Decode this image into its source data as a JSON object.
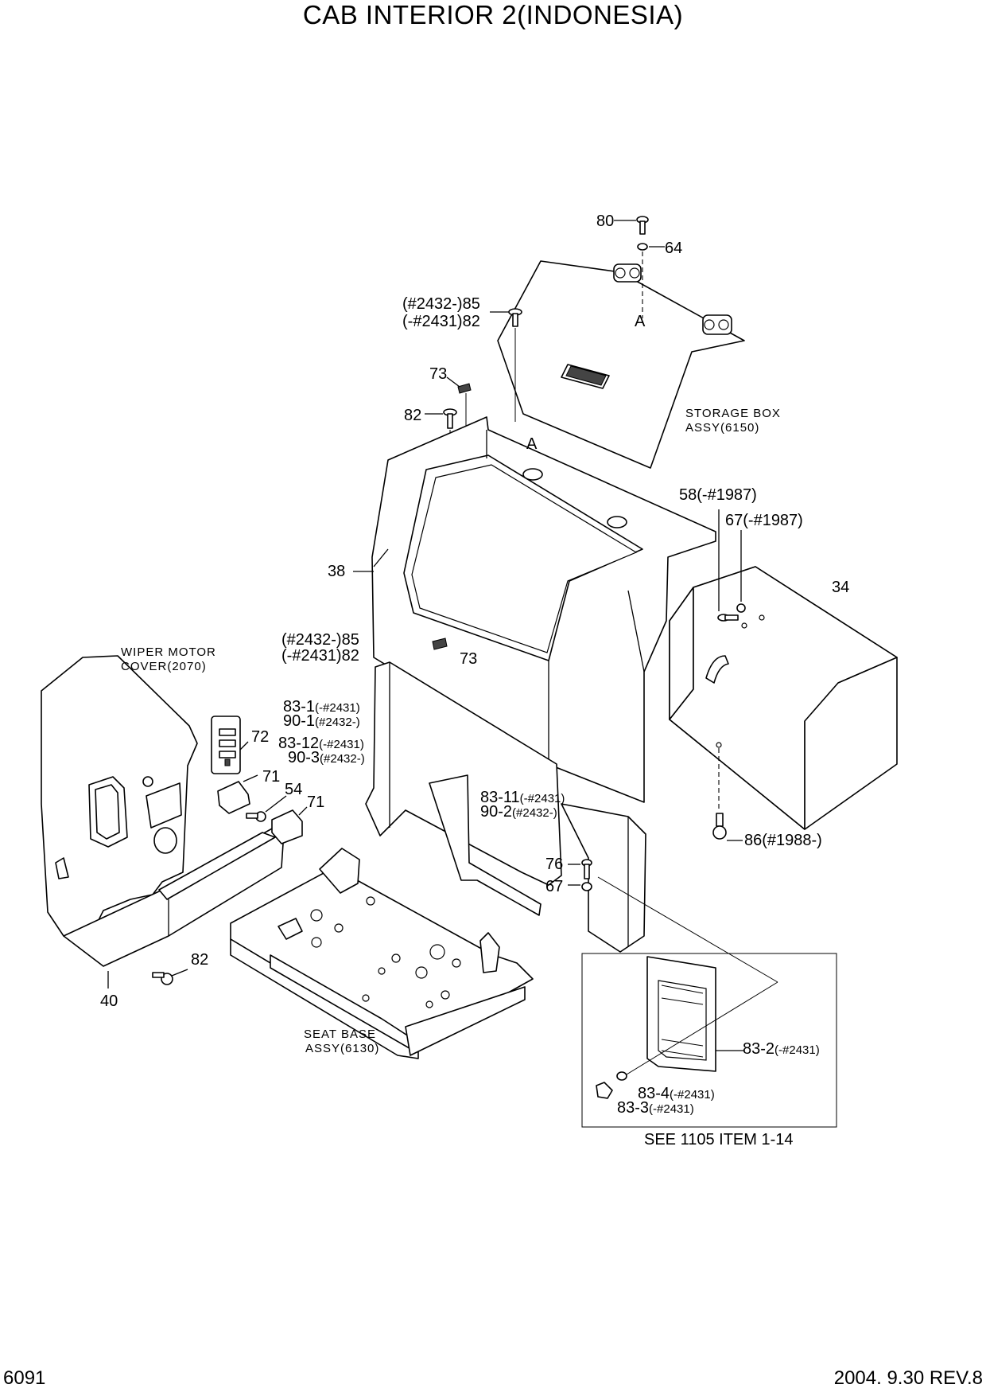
{
  "title": "CAB INTERIOR 2(INDONESIA)",
  "footer": {
    "page_code": "6091",
    "revision": "2004. 9.30  REV.8"
  },
  "notes": {
    "storage_box_line1": "STORAGE BOX",
    "storage_box_line2": "ASSY(6150)",
    "wiper_motor_line1": "WIPER MOTOR",
    "wiper_motor_line2": "COVER(2070)",
    "seat_base_line1": "SEAT BASE",
    "seat_base_line2": "ASSY(6130)",
    "see_reference": "SEE 1105 ITEM 1-14"
  },
  "callouts": {
    "c80": "80",
    "c64": "64",
    "cA_top": "A",
    "cA_mid": "A",
    "c85_top_a": "(#2432-)85",
    "c82_top_b": "(-#2431)82",
    "c73_top": "73",
    "c82_top": "82",
    "c58": "58(-#1987)",
    "c67_top": "67(-#1987)",
    "c34": "34",
    "c38": "38",
    "c85_mid_a": "(#2432-)85",
    "c82_mid_b": "(-#2431)82",
    "c73_mid": "73",
    "c83_1_num": "83-1",
    "c83_1_sfx": "(-#2431)",
    "c90_1_num": "90-1",
    "c90_1_sfx": "(#2432-)",
    "c72": "72",
    "c83_12_num": "83-12",
    "c83_12_sfx": "(-#2431)",
    "c90_3_num": "90-3",
    "c90_3_sfx": "(#2432-)",
    "c71_a": "71",
    "c54": "54",
    "c71_b": "71",
    "c83_11_num": "83-11",
    "c83_11_sfx": "(-#2431)",
    "c90_2_num": "90-2",
    "c90_2_sfx": "(#2432-)",
    "c86": "86(#1988-)",
    "c76": "76",
    "c67_bot": "67",
    "c82_bot": "82",
    "c40": "40",
    "c83_2_num": "83-2",
    "c83_2_sfx": "(-#2431)",
    "c83_4_num": "83-4",
    "c83_4_sfx": "(-#2431)",
    "c83_3_num": "83-3",
    "c83_3_sfx": "(-#2431)"
  }
}
